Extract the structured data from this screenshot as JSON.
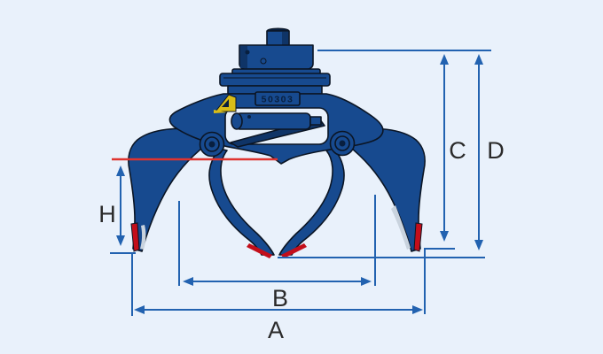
{
  "machine": {
    "model_text": "50303",
    "logo_icon": "manufacturer-triangle-logo-icon"
  },
  "dimensions": {
    "a": "A",
    "b": "B",
    "c": "C",
    "d": "D",
    "h": "H"
  },
  "colors": {
    "background": "#e9f1fb",
    "body_blue": "#174a8f",
    "body_blue_dark": "#0f3467",
    "body_blue_darker": "#081f3f",
    "outline": "#0b1524",
    "dimension_blue": "#2262b0",
    "grab_open_line_red": "#e0342f",
    "blade_tip_red": "#c30e1a",
    "logo_yellow": "#d9bd17",
    "highlight": "#c9d3de",
    "label_text": "#2a2a2a"
  }
}
